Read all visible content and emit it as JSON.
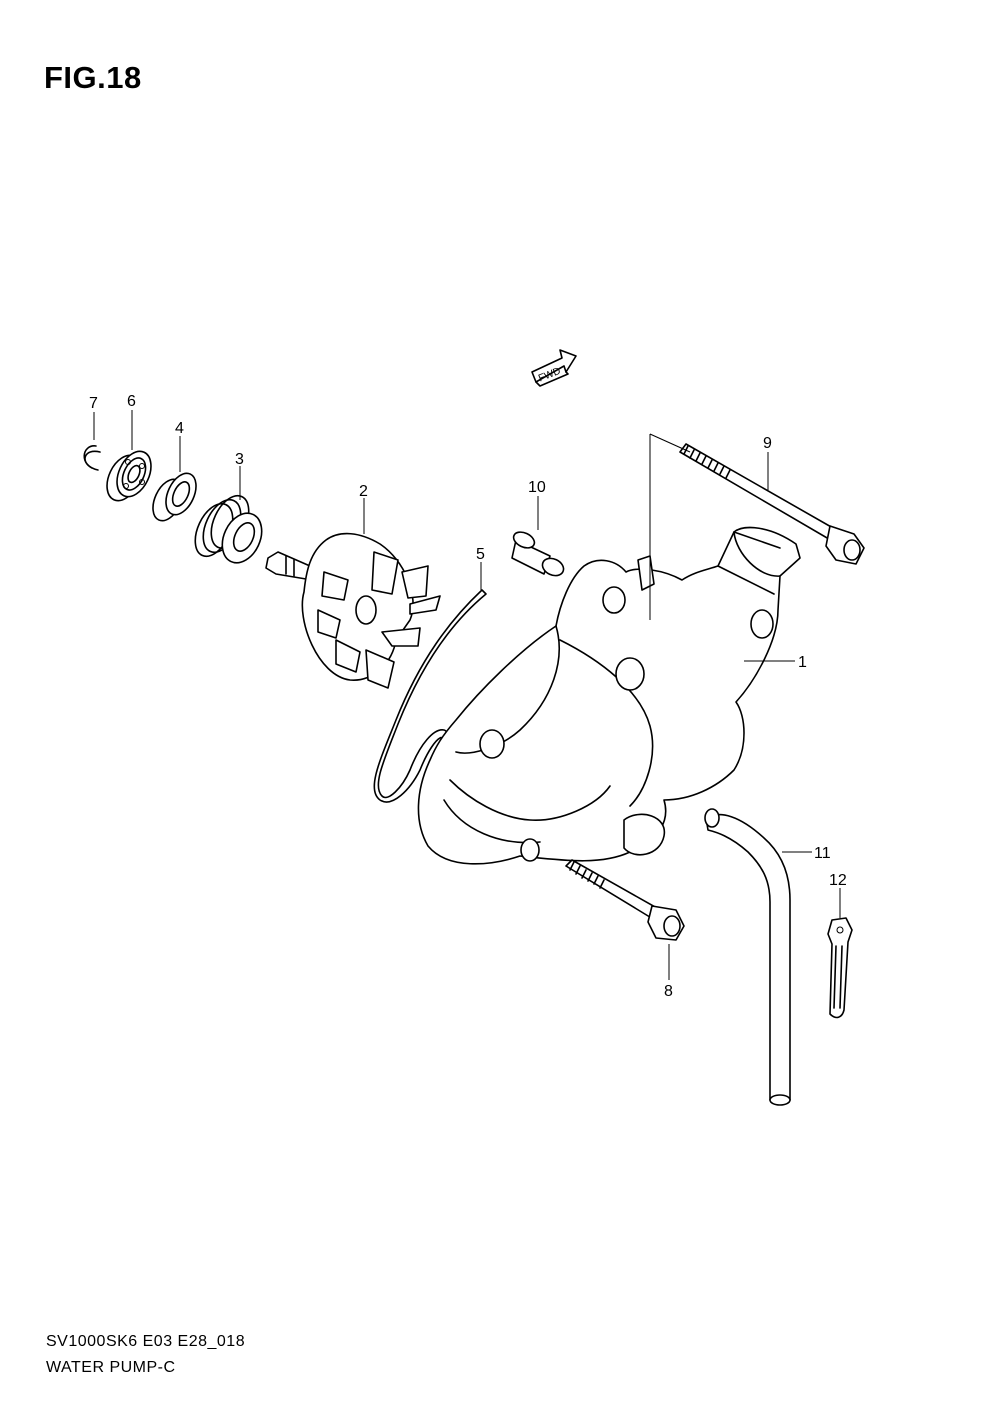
{
  "figure": {
    "title": "FIG.18",
    "model_code": "SV1000SK6 E03 E28_018",
    "group_name": "WATER PUMP-C",
    "fwd_marker": "FWD"
  },
  "callouts": [
    {
      "number": "1",
      "part": "water-pump-housing"
    },
    {
      "number": "2",
      "part": "impeller"
    },
    {
      "number": "3",
      "part": "mechanical-seal"
    },
    {
      "number": "4",
      "part": "oil-seal"
    },
    {
      "number": "5",
      "part": "o-ring"
    },
    {
      "number": "6",
      "part": "bearing"
    },
    {
      "number": "7",
      "part": "circlip"
    },
    {
      "number": "8",
      "part": "bolt-short"
    },
    {
      "number": "9",
      "part": "bolt-long"
    },
    {
      "number": "10",
      "part": "dowel-pin"
    },
    {
      "number": "11",
      "part": "hose"
    },
    {
      "number": "12",
      "part": "clamp"
    }
  ]
}
